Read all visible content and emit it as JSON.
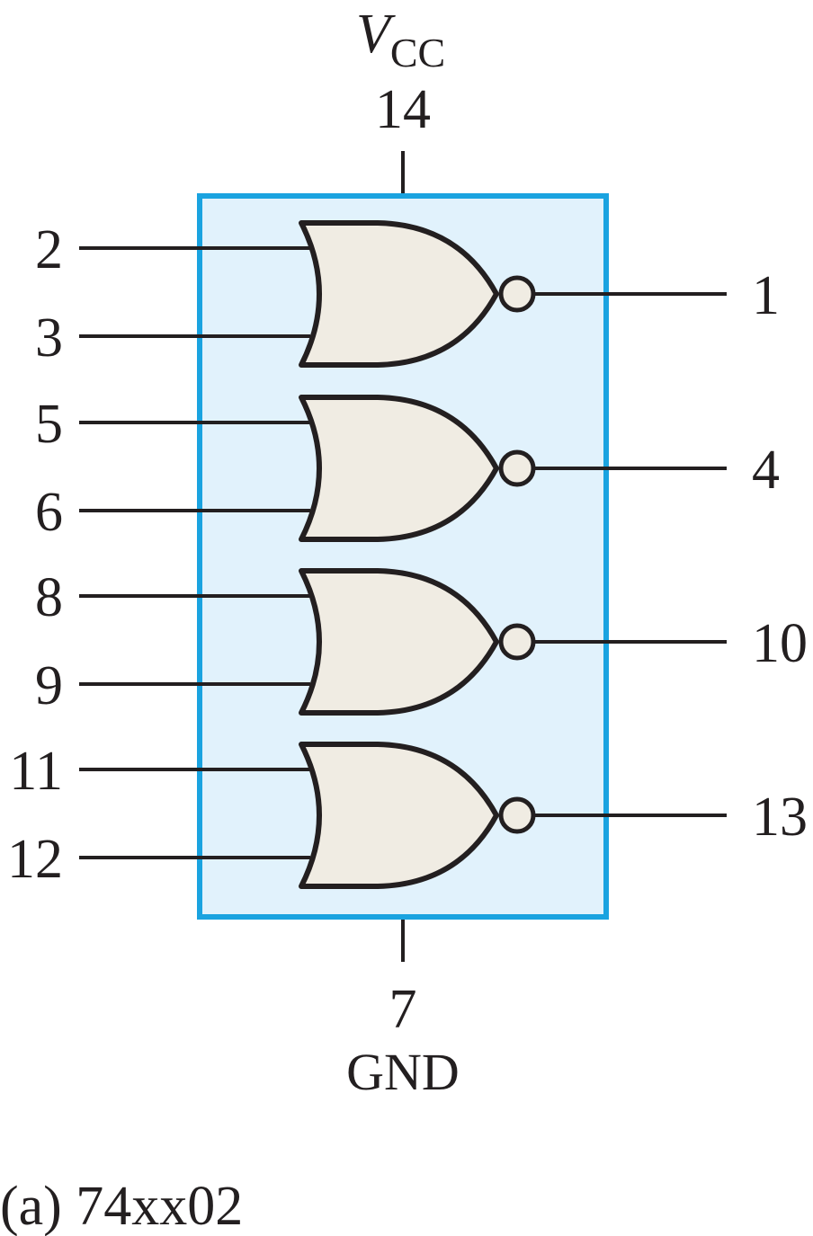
{
  "power": {
    "vcc_letter": "V",
    "vcc_subscript": "CC",
    "vcc_pin": "14",
    "gnd_pin": "7",
    "gnd_label": "GND"
  },
  "gates": [
    {
      "input_a": "2",
      "input_b": "3",
      "output": "1"
    },
    {
      "input_a": "5",
      "input_b": "6",
      "output": "4"
    },
    {
      "input_a": "8",
      "input_b": "9",
      "output": "10"
    },
    {
      "input_a": "11",
      "input_b": "12",
      "output": "13"
    }
  ],
  "caption": "(a) 74xx02",
  "colors": {
    "chip_fill": "#e1f2fc",
    "chip_border": "#1aa3e0",
    "gate_fill": "#f0ece3",
    "line": "#231f20"
  }
}
